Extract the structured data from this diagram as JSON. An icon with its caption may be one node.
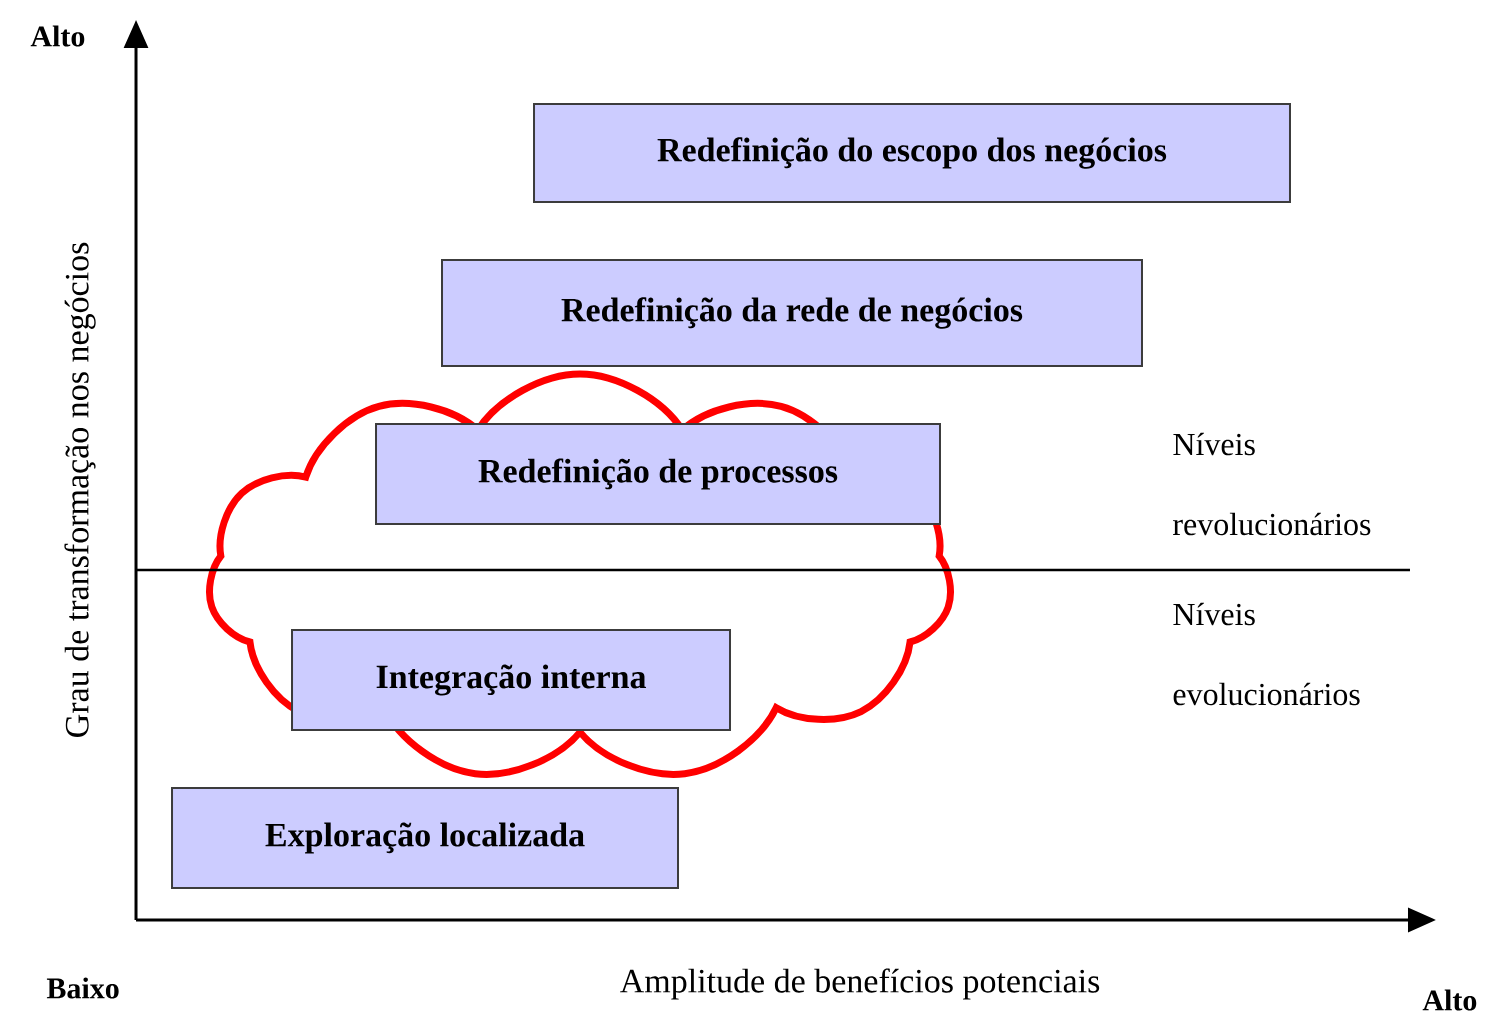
{
  "diagram": {
    "nodes": [
      {
        "text": [
          "Redefinição do escopo dos negócios"
        ]
      },
      {
        "text": [
          "Redefinição da rede de negócios"
        ]
      },
      {
        "text": [],
        "shape": "cloud"
      },
      {
        "text": [
          "Redefinição de processos"
        ],
        "in": 2
      },
      {
        "text": [
          "Integração interna"
        ],
        "in": 2
      },
      {
        "text": [
          "Exploração localizada"
        ]
      }
    ],
    "labels": [
      "Alto",
      "Grau de transformação nos negócios",
      "Níveis revolucionários",
      "Níveis evolucionários",
      "Baixo",
      "Amplitude de benefícios potenciais",
      "Alto"
    ]
  }
}
